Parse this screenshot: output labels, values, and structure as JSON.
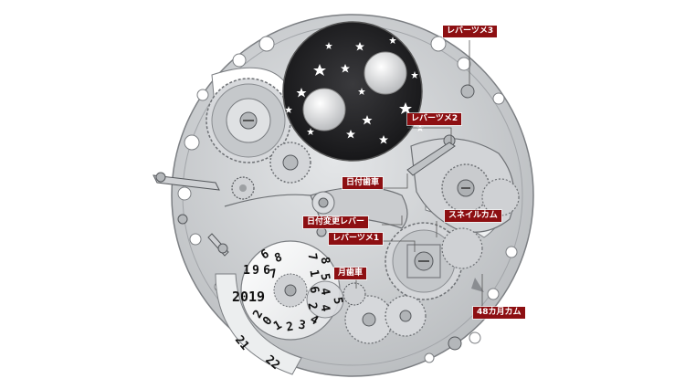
{
  "labels": {
    "lever3": "レバーツメ3",
    "lever2": "レバーツメ2",
    "date_wheel": "日付歯車",
    "date_change_lever": "日付変更レバー",
    "lever1": "レバーツメ1",
    "snail_cam": "スネイルカム",
    "month_wheel": "月歯車",
    "cam_48": "48カ月カム"
  },
  "year_disc": {
    "year": "2019",
    "left_numbers": [
      "6",
      "8",
      "7",
      "6",
      "9",
      "1"
    ],
    "right_numbers": [
      "7",
      "8",
      "1",
      "5",
      "6",
      "4",
      "2",
      "4",
      "5"
    ],
    "lower_numbers": [
      "2",
      "0",
      "1",
      "2",
      "3",
      "4"
    ],
    "edge_numbers": [
      "21",
      "22"
    ]
  },
  "colors": {
    "plate": "#c9cbce",
    "label_bg": "#8d0f12",
    "moon_disc": "#1c1c1e"
  }
}
